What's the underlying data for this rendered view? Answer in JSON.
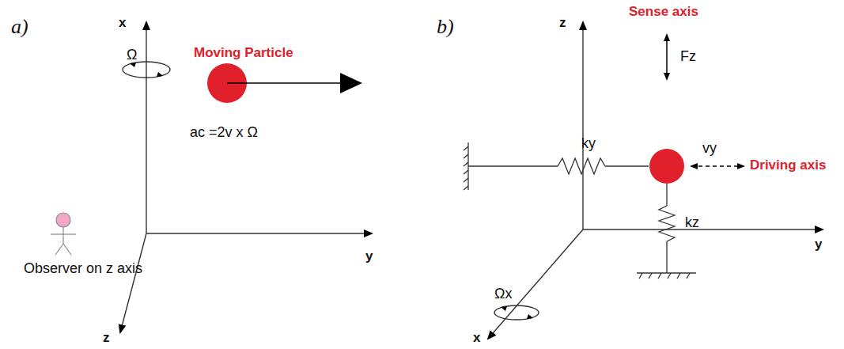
{
  "diagram": {
    "labels": [
      "a)",
      "x",
      "Ω",
      "Moving Particle",
      "ac =2v x Ω",
      "Observer on z axis",
      "y",
      "z",
      "b)",
      "z",
      "Sense axis",
      "Fz",
      "vy",
      "Driving axis",
      "ky",
      "kz",
      "y",
      "Ωx",
      "x"
    ]
  }
}
